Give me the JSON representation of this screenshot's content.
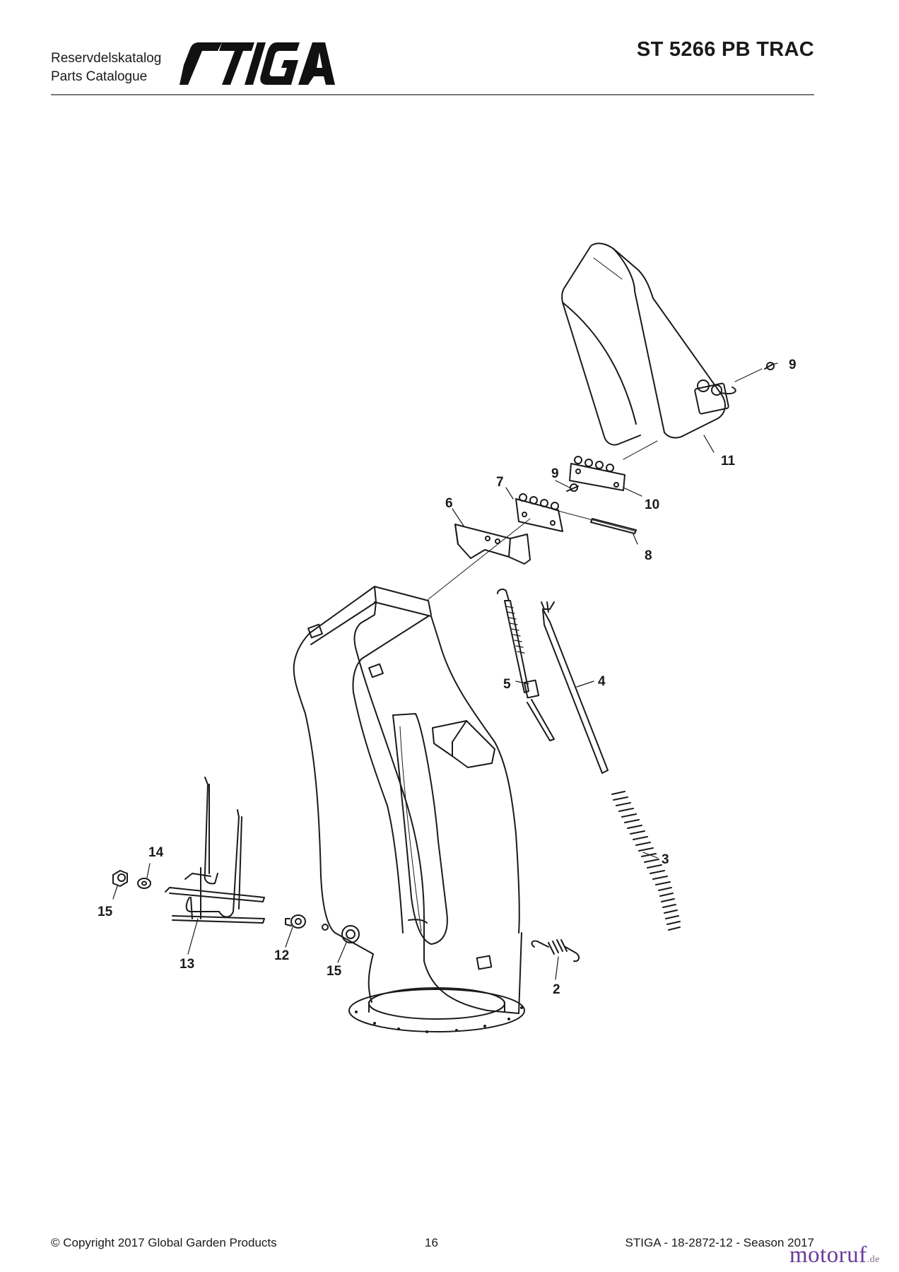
{
  "header": {
    "catalog_label_sv": "Reservdelskatalog",
    "catalog_label_en": "Parts Catalogue",
    "brand_logo": "STIGA",
    "model": "ST 5266 PB TRAC"
  },
  "diagram": {
    "callouts": [
      {
        "id": "c2",
        "label": "2"
      },
      {
        "id": "c3",
        "label": "3"
      },
      {
        "id": "c4",
        "label": "4"
      },
      {
        "id": "c5",
        "label": "5"
      },
      {
        "id": "c6",
        "label": "6"
      },
      {
        "id": "c7",
        "label": "7"
      },
      {
        "id": "c8",
        "label": "8"
      },
      {
        "id": "c9a",
        "label": "9"
      },
      {
        "id": "c9b",
        "label": "9"
      },
      {
        "id": "c10",
        "label": "10"
      },
      {
        "id": "c11",
        "label": "11"
      },
      {
        "id": "c12",
        "label": "12"
      },
      {
        "id": "c13",
        "label": "13"
      },
      {
        "id": "c14",
        "label": "14"
      },
      {
        "id": "c15a",
        "label": "15"
      },
      {
        "id": "c15b",
        "label": "15"
      }
    ]
  },
  "footer": {
    "copyright": "© Copyright 2017 Global Garden Products",
    "page_number": "16",
    "doc_ref": "STIGA - 18-2872-12 - Season 2017"
  },
  "watermark": {
    "name": "motoruf",
    "tld": ".de"
  }
}
